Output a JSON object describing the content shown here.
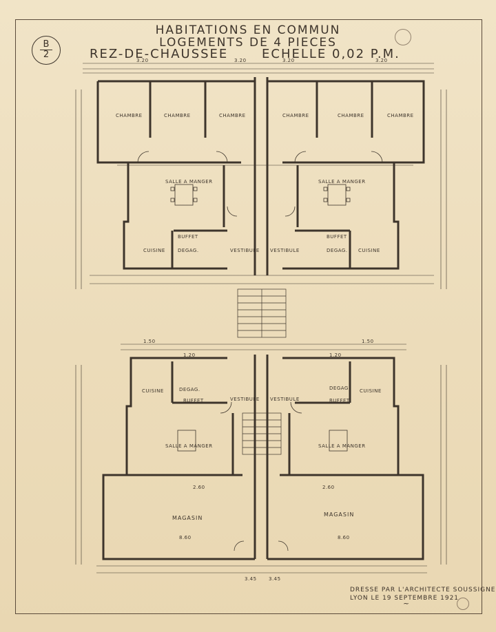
{
  "title": {
    "line1": "HABITATIONS EN COMMUN",
    "line2": "LOGEMENTS DE 4 PIECES",
    "line3": "REZ-DE-CHAUSSEE",
    "line4": "ECHELLE 0,02 P.M."
  },
  "sheet_mark": {
    "letter": "B",
    "number": "2"
  },
  "ground_floor_rooms": {
    "chambre_1": "CHAMBRE",
    "chambre_2": "CHAMBRE",
    "chambre_3": "CHAMBRE",
    "chambre_4": "CHAMBRE",
    "chambre_5": "CHAMBRE",
    "chambre_6": "CHAMBRE",
    "salle_left": "SALLE A MANGER",
    "salle_right": "SALLE A MANGER",
    "buffet_left": "BUFFET",
    "buffet_right": "BUFFET",
    "cuisine_left": "CUISINE",
    "cuisine_right": "CUISINE",
    "degag_left": "DEGAG.",
    "degag_right": "DEGAG.",
    "vestibule_left": "VESTIBULE",
    "vestibule_right": "VESTIBULE"
  },
  "lower_block_rooms": {
    "cuisine_left": "CUISINE",
    "cuisine_right": "CUISINE",
    "degag_left": "DEGAG.",
    "degag_right": "DEGAG.",
    "buffet_left": "BUFFET",
    "buffet_right": "BUFFET",
    "vestibule_left": "VESTIBULE",
    "vestibule_right": "VESTIBULE",
    "salle_left": "SALLE A MANGER",
    "salle_right": "SALLE A MANGER",
    "magasin_left": "MAGASIN",
    "magasin_right": "MAGASIN"
  },
  "dimensions": {
    "d1": "3.20",
    "d2": "3.20",
    "d3": "3.20",
    "d4": "3.20",
    "d5": "1.50",
    "d6": "1.50",
    "d7": "8.60",
    "d8": "8.60",
    "d9": "1.20",
    "d10": "1.20",
    "d11": "2.60",
    "d12": "2.60",
    "d13": "3.45",
    "d14": "3.45"
  },
  "credit": {
    "line1": "DRESSE PAR L'ARCHITECTE SOUSSIGNE",
    "line2": "LYON LE 19 SEPTEMBRE 1921"
  },
  "colors": {
    "paper": "#efe1c1",
    "ink": "#3d342b"
  }
}
